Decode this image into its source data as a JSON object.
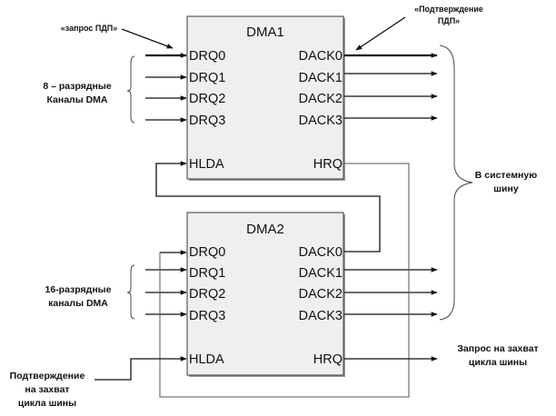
{
  "dma1": {
    "title": "DMA1",
    "left_pins": [
      "DRQ0",
      "DRQ1",
      "DRQ2",
      "DRQ3",
      "HLDA"
    ],
    "right_pins": [
      "DACK0",
      "DACK1",
      "DACK2",
      "DACK3",
      "HRQ"
    ]
  },
  "dma2": {
    "title": "DMA2",
    "left_pins": [
      "DRQ0",
      "DRQ1",
      "DRQ2",
      "DRQ3",
      "HLDA"
    ],
    "right_pins": [
      "DACK0",
      "DACK1",
      "DACK2",
      "DACK3",
      "HRQ"
    ]
  },
  "annotations": {
    "dma_request": "«запрос ПДП»",
    "dma_ack_line1": "«Подтверждение",
    "dma_ack_line2": "ПДП»",
    "channels8_line1": "8 – разрядные",
    "channels8_line2": "Каналы DMA",
    "channels16_line1": "16-разрядные",
    "channels16_line2": "каналы DMA",
    "system_bus_line1": "В системную",
    "system_bus_line2": "шину",
    "bus_ack_line1": "Подтверждение",
    "bus_ack_line2": "на захват",
    "bus_ack_line3": "цикла шины",
    "bus_req_line1": "Запрос на захват",
    "bus_req_line2": "цикла шины"
  }
}
